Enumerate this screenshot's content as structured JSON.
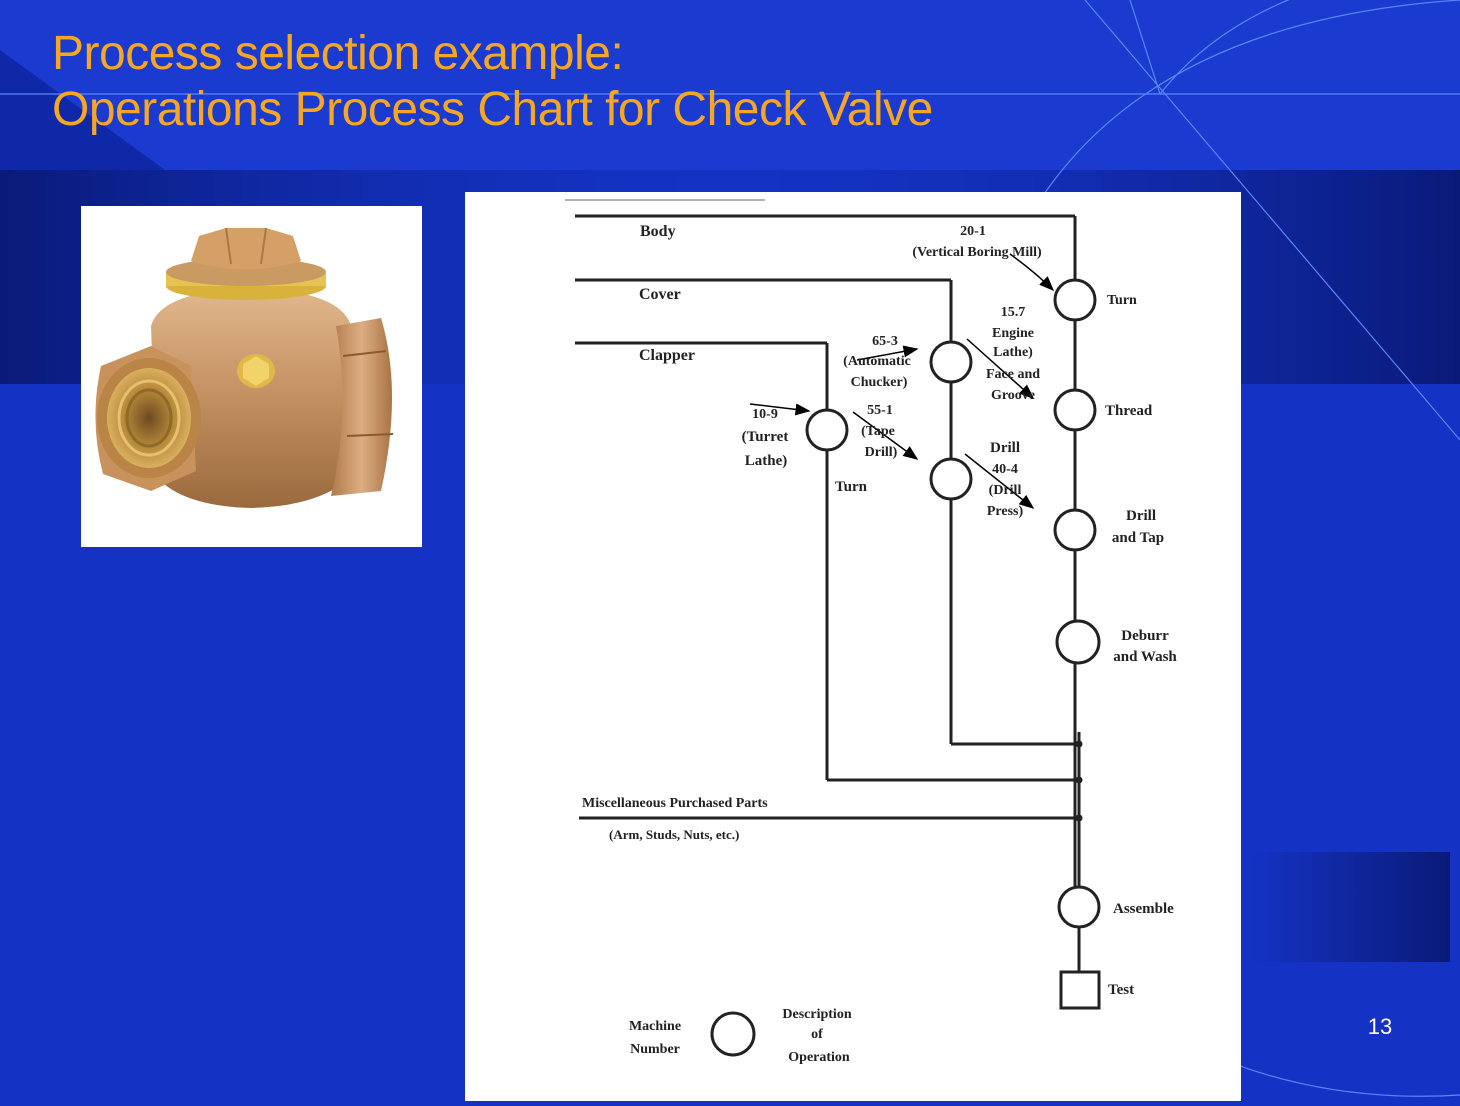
{
  "slide": {
    "title_line1": "Process selection example:",
    "title_line2": "Operations Process Chart for Check Valve",
    "page_number": "13"
  },
  "photo": {
    "subject": "brass swing check valve"
  },
  "chart": {
    "body_label": "Body",
    "cover_label": "Cover",
    "clapper_label": "Clapper",
    "body_machine_1": "20-1",
    "body_machine_2": "(Vertical Boring Mill)",
    "op_turn": "Turn",
    "engine_1": "15.7",
    "engine_2": "Engine",
    "engine_3": "Lathe)",
    "engine_4": "Face and",
    "engine_5": "Groove",
    "op_thread": "Thread",
    "drill_machine_1": "Drill",
    "drill_machine_2": "40-4",
    "drill_machine_3": "(Drill",
    "drill_machine_4": "Press)",
    "op_drill_1": "Drill",
    "op_drill_2": "and Tap",
    "op_deburr_1": "Deburr",
    "op_deburr_2": "and Wash",
    "chucker_1": "65-3",
    "chucker_2": "(Automatic",
    "chucker_3": "Chucker)",
    "tape_1": "55-1",
    "tape_2": "(Tape",
    "tape_3": "Drill)",
    "turret_1": "10-9",
    "turret_2": "(Turret",
    "turret_3": "Lathe)",
    "clapper_turn": "Turn",
    "misc_label": "Miscellaneous Purchased Parts",
    "misc_sub": "(Arm, Studs, Nuts, etc.)",
    "op_assemble": "Assemble",
    "op_test": "Test",
    "legend_machine_1": "Machine",
    "legend_machine_2": "Number",
    "legend_desc_1": "Description",
    "legend_desc_2": "of",
    "legend_desc_3": "Operation"
  }
}
